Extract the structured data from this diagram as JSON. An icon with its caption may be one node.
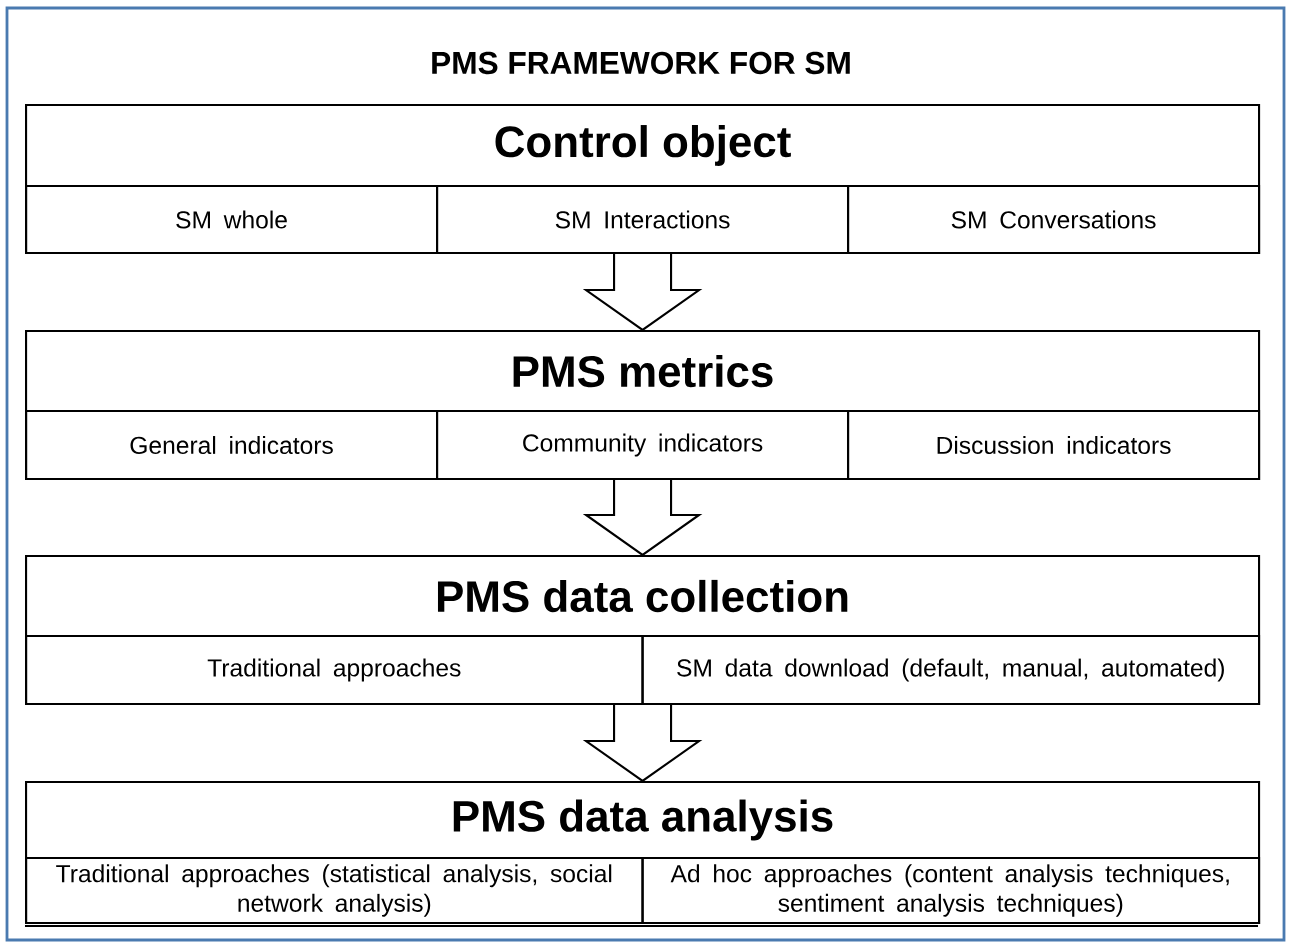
{
  "diagram": {
    "title": "PMS FRAMEWORK FOR SM",
    "nodes": [
      {
        "text": [
          "Control object"
        ]
      },
      {
        "text": [
          "SM whole"
        ],
        "in": 0
      },
      {
        "text": [
          "SM Interactions"
        ],
        "in": 0
      },
      {
        "text": [
          "SM Conversations"
        ],
        "in": 0
      },
      {
        "text": [
          "PMS metrics"
        ]
      },
      {
        "text": [
          "General indicators"
        ],
        "in": 4
      },
      {
        "text": [
          "Community indicators"
        ],
        "in": 4
      },
      {
        "text": [
          "Discussion indicators"
        ],
        "in": 4
      },
      {
        "text": [
          "PMS data collection"
        ]
      },
      {
        "text": [
          "Traditional approaches"
        ],
        "in": 8
      },
      {
        "text": [
          "SM data download (default, manual, automated)"
        ],
        "in": 8
      },
      {
        "text": [
          "PMS data analysis"
        ]
      },
      {
        "text": [
          "Traditional approaches (statistical analysis, social network analysis)"
        ],
        "in": 11
      },
      {
        "text": [
          "Ad hoc approaches (content analysis techniques, sentiment analysis techniques)"
        ],
        "in": 11
      }
    ],
    "edges": [
      {
        "from": 0,
        "to": 4,
        "arrow": "to"
      },
      {
        "from": 4,
        "to": 8,
        "arrow": "to"
      },
      {
        "from": 8,
        "to": 11,
        "arrow": "to"
      }
    ]
  }
}
